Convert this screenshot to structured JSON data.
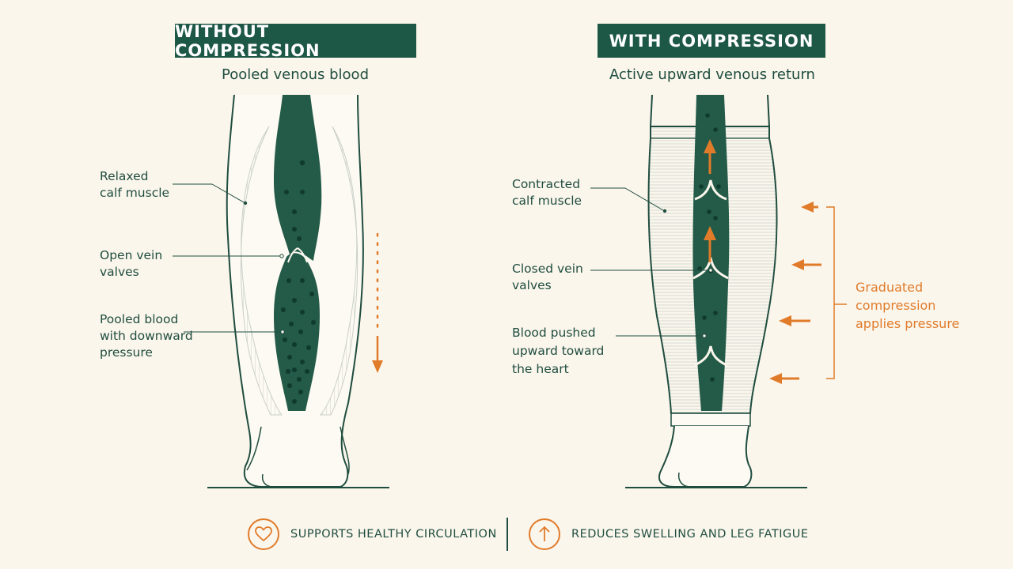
{
  "left_panel": {
    "title": "WITHOUT COMPRESSION",
    "subtitle": "Pooled venous blood",
    "labels": {
      "calf": "Relaxed\ncalf muscle",
      "valves": "Open vein\nvalves",
      "blood": "Pooled blood\nwith downward\npressure"
    }
  },
  "right_panel": {
    "title": "WITH COMPRESSION",
    "subtitle": "Active upward venous return",
    "labels": {
      "calf": "Contracted\ncalf muscle",
      "valves": "Closed vein\nvalves",
      "blood": "Blood pushed\nupward toward\nthe heart"
    },
    "pressure_label": "Graduated\ncompression\napplies pressure"
  },
  "footer": {
    "item1": "SUPPORTS HEALTHY CIRCULATION",
    "item2": "REDUCES SWELLING AND LEG FATIGUE"
  },
  "colors": {
    "background": "#fbf6ec",
    "primary_green": "#1d5745",
    "accent_orange": "#e07b2a"
  },
  "icons": {
    "footer1": "heart-icon",
    "footer2": "arrow-up-icon"
  }
}
